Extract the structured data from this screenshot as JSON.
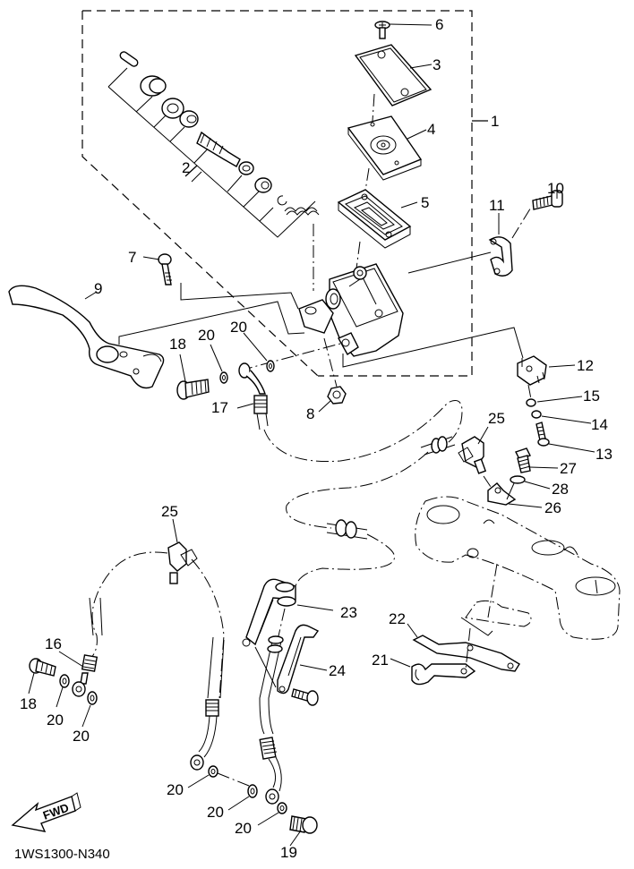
{
  "diagram": {
    "type": "exploded-parts-diagram",
    "subject": "Front master cylinder / brake lever assembly",
    "diagram_code": "1WS1300-N340",
    "direction_indicator": "FWD",
    "callouts": [
      {
        "id": "c1",
        "label": "1",
        "part": "master cylinder assembly (dashed group)"
      },
      {
        "id": "c2",
        "label": "2",
        "part": "master cylinder kit"
      },
      {
        "id": "c3",
        "label": "3",
        "part": "reservoir cap"
      },
      {
        "id": "c4",
        "label": "4",
        "part": "diaphragm plate"
      },
      {
        "id": "c5",
        "label": "5",
        "part": "diaphragm"
      },
      {
        "id": "c6",
        "label": "6",
        "part": "screw"
      },
      {
        "id": "c7",
        "label": "7",
        "part": "lever pivot bolt"
      },
      {
        "id": "c8",
        "label": "8",
        "part": "nut"
      },
      {
        "id": "c9",
        "label": "9",
        "part": "brake lever"
      },
      {
        "id": "c10",
        "label": "10",
        "part": "bolt"
      },
      {
        "id": "c11",
        "label": "11",
        "part": "holder"
      },
      {
        "id": "c12",
        "label": "12",
        "part": "brake switch"
      },
      {
        "id": "c13",
        "label": "13",
        "part": "screw"
      },
      {
        "id": "c14",
        "label": "14",
        "part": "washer"
      },
      {
        "id": "c15",
        "label": "15",
        "part": "washer"
      },
      {
        "id": "c16",
        "label": "16",
        "part": "brake hose 2"
      },
      {
        "id": "c17",
        "label": "17",
        "part": "brake hose 1"
      },
      {
        "id": "c18a",
        "label": "18",
        "part": "union bolt"
      },
      {
        "id": "c18b",
        "label": "18",
        "part": "union bolt"
      },
      {
        "id": "c19",
        "label": "19",
        "part": "union bolt"
      },
      {
        "id": "c20a",
        "label": "20",
        "part": "gasket"
      },
      {
        "id": "c20b",
        "label": "20",
        "part": "gasket"
      },
      {
        "id": "c20c",
        "label": "20",
        "part": "gasket"
      },
      {
        "id": "c20d",
        "label": "20",
        "part": "gasket"
      },
      {
        "id": "c20e",
        "label": "20",
        "part": "gasket"
      },
      {
        "id": "c20f",
        "label": "20",
        "part": "gasket"
      },
      {
        "id": "c20g",
        "label": "20",
        "part": "gasket"
      },
      {
        "id": "c21",
        "label": "21",
        "part": "brake hose holder"
      },
      {
        "id": "c22",
        "label": "22",
        "part": "bracket"
      },
      {
        "id": "c23",
        "label": "23",
        "part": "hose guide"
      },
      {
        "id": "c24",
        "label": "24",
        "part": "hose holder"
      },
      {
        "id": "c25a",
        "label": "25",
        "part": "hose clamp"
      },
      {
        "id": "c25b",
        "label": "25",
        "part": "hose clamp"
      },
      {
        "id": "c26",
        "label": "26",
        "part": "bracket"
      },
      {
        "id": "c27",
        "label": "27",
        "part": "bolt"
      },
      {
        "id": "c28",
        "label": "28",
        "part": "washer"
      }
    ]
  }
}
